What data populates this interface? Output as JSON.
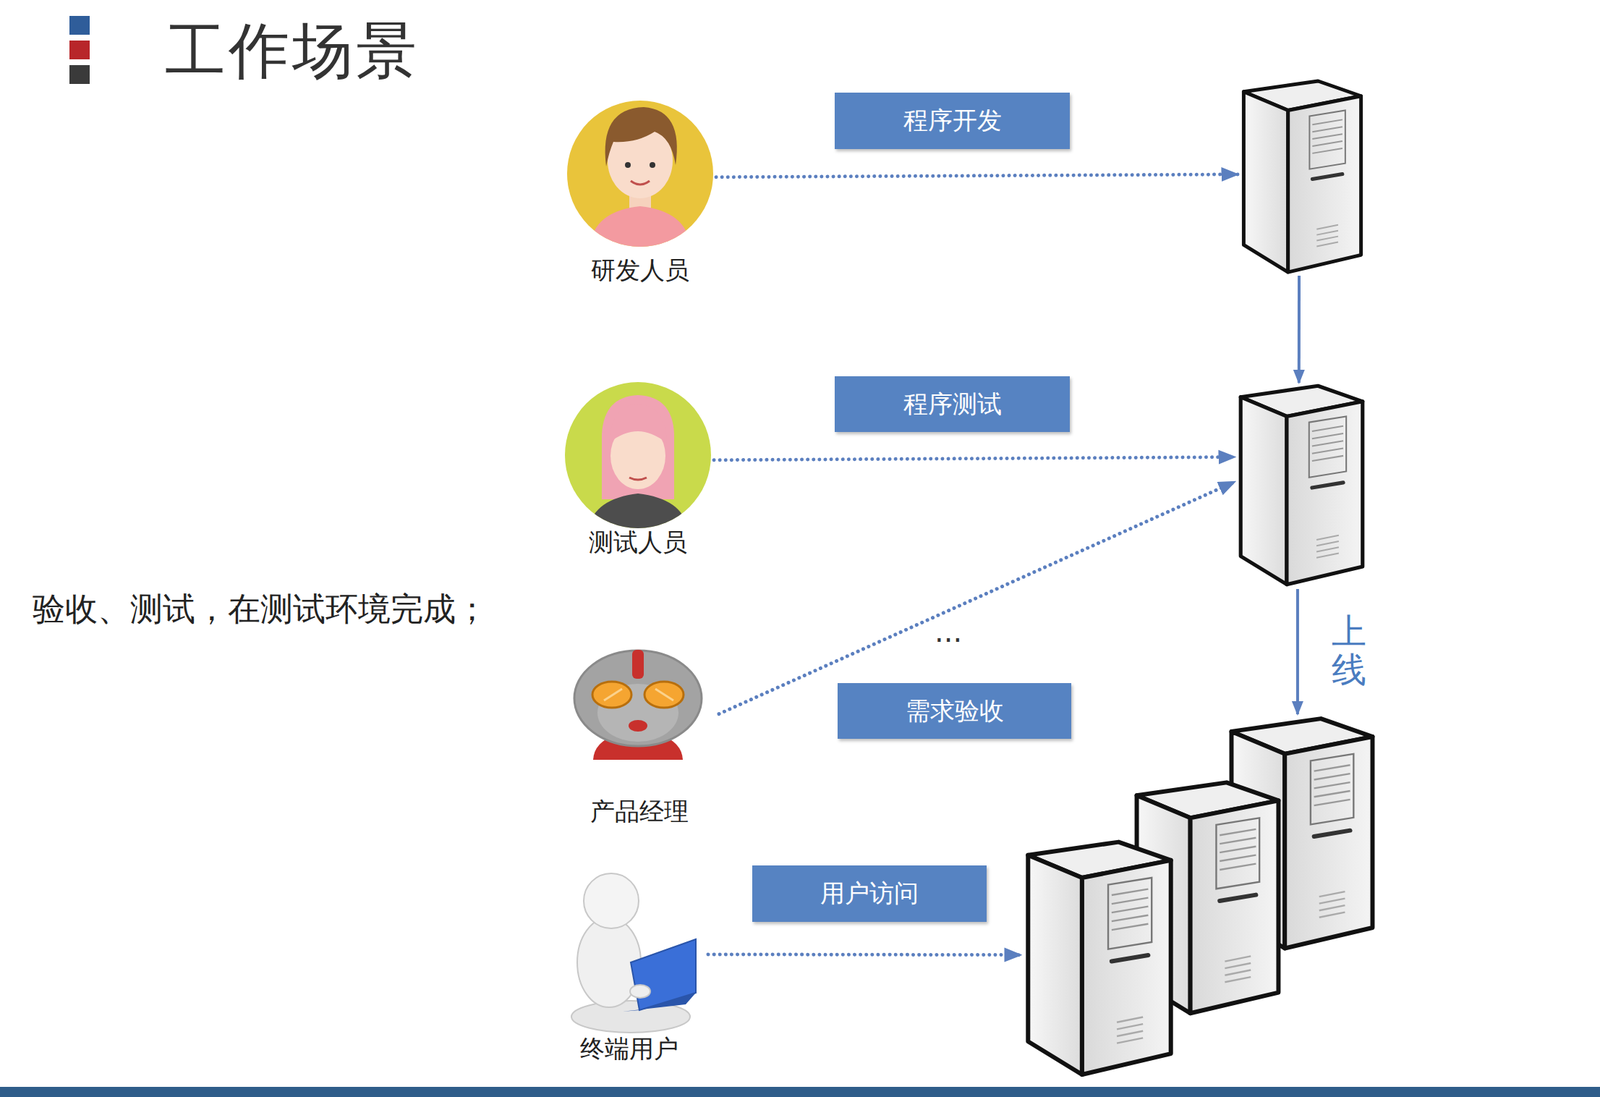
{
  "diagram": {
    "title": "工作场景",
    "nodes": [
      {
        "text": [
          "研发人员"
        ]
      },
      {
        "text": []
      },
      {
        "text": [
          "测试人员"
        ]
      },
      {
        "text": []
      },
      {
        "text": [
          "产品经理"
        ]
      },
      {
        "text": [
          "终端用户"
        ]
      },
      {
        "text": []
      }
    ],
    "edges": [
      {
        "from": 0,
        "to": 1,
        "label": "程序开发",
        "arrow": "to"
      },
      {
        "from": 1,
        "to": 3,
        "arrow": "to"
      },
      {
        "from": 2,
        "to": 3,
        "label": "程序测试",
        "arrow": "to"
      },
      {
        "from": 4,
        "to": 3,
        "label": "需求验收",
        "arrow": "to"
      },
      {
        "from": 3,
        "to": 6,
        "label": "上线",
        "arrow": "to"
      },
      {
        "from": 5,
        "to": 6,
        "label": "用户访问",
        "arrow": "to"
      }
    ],
    "labels": [
      "验收、测试，在测试环境完成；",
      "..."
    ]
  }
}
